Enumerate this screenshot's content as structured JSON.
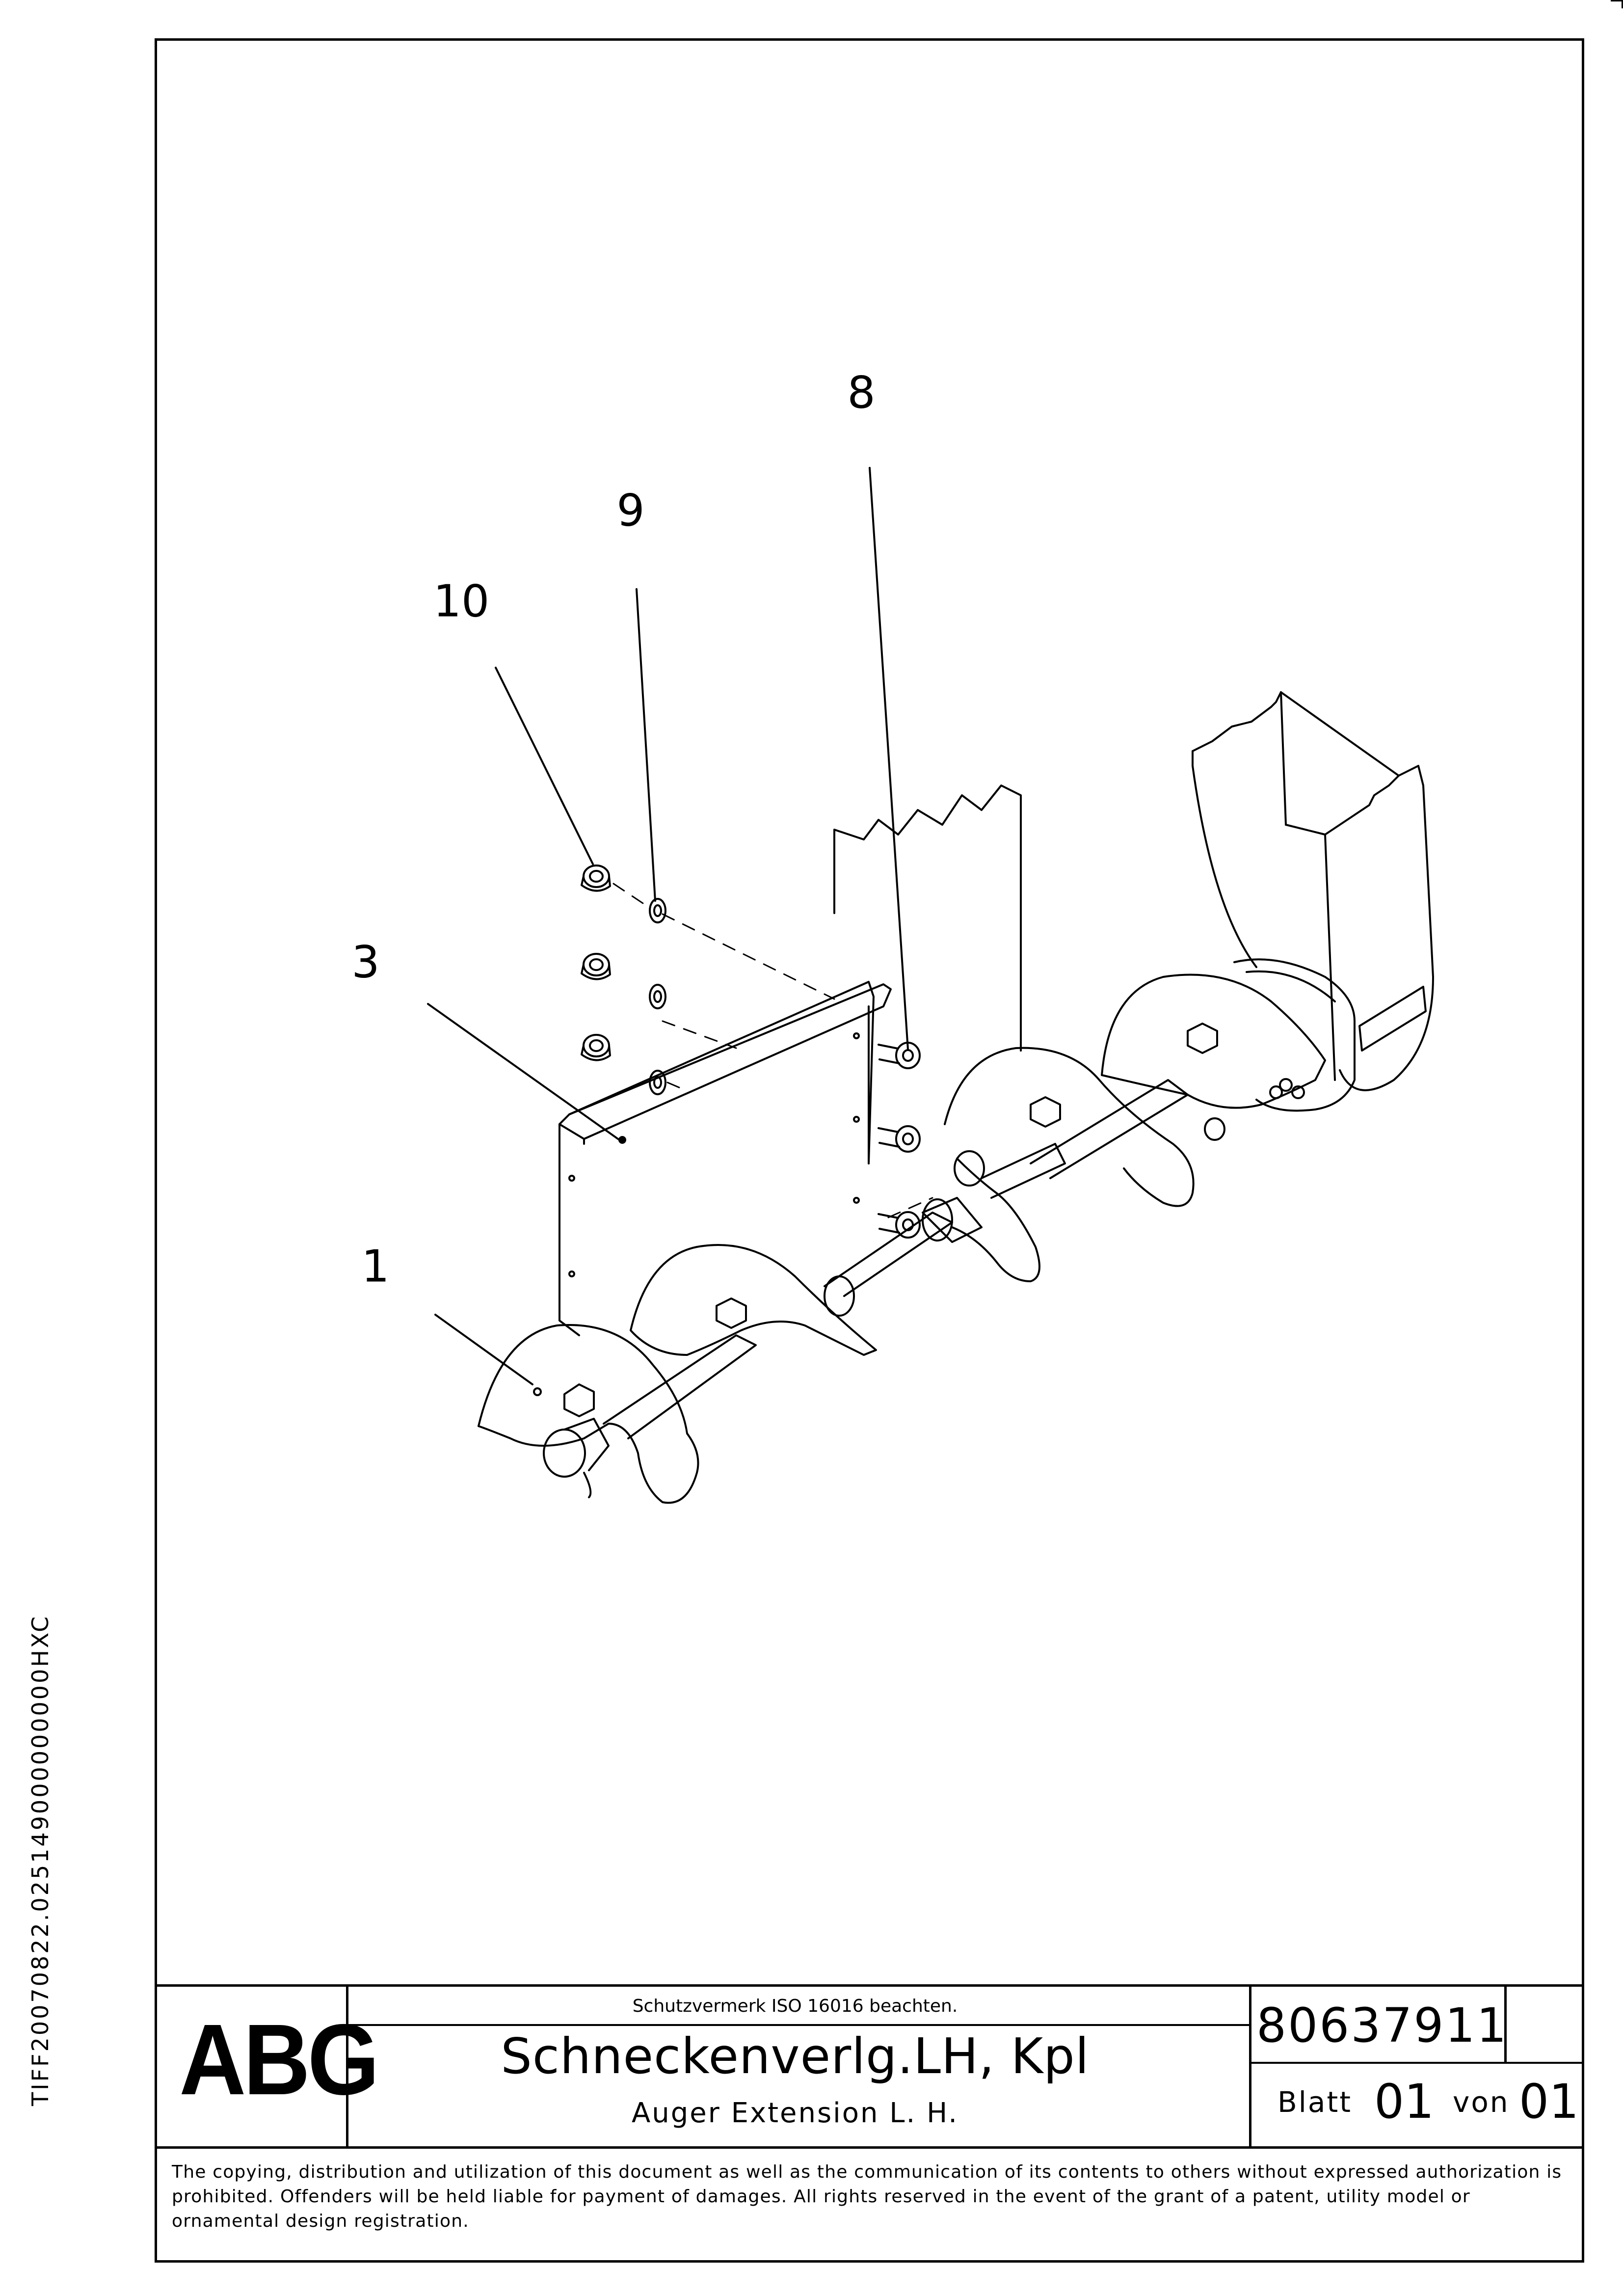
{
  "drawing": {
    "callouts": [
      {
        "id": "8",
        "label": "8"
      },
      {
        "id": "9",
        "label": "9"
      },
      {
        "id": "10",
        "label": "10"
      },
      {
        "id": "3",
        "label": "3"
      },
      {
        "id": "1",
        "label": "1"
      }
    ]
  },
  "title_block": {
    "logo": "ABG",
    "protection_notice": "Schutzvermerk ISO 16016 beachten.",
    "title_de": "Schneckenverlg.LH, Kpl",
    "title_en": "Auger Extension L. H.",
    "part_number": "80637911",
    "sheet_label": "Blatt",
    "sheet_number": "01",
    "of_label": "von",
    "sheet_total": "01"
  },
  "disclaimer": "The copying, distribution and utilization of this document as well as the communication of its contents to others without expressed authorization is prohibited. Offenders will be held liable for payment of damages. All rights reserved in the event of the grant of a patent, utility model or ornamental design registration.",
  "side_code": "TIFF20070822.025149000000000HXC"
}
